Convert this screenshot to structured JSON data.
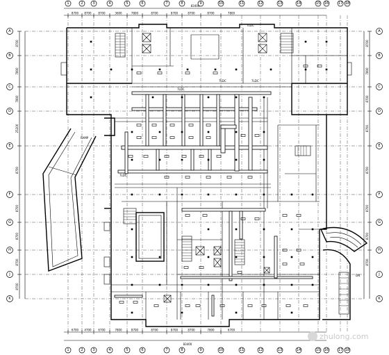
{
  "drawing": {
    "top_overall_dim": "83400",
    "bottom_overall_dim": "83400",
    "top_dims": [
      "8700",
      "8700",
      "8700",
      "3600",
      "7800",
      "8700",
      "8700",
      "8700",
      "8700",
      "7800"
    ],
    "bottom_dims": [
      "6700",
      "4700",
      "6700",
      "7800",
      "8700",
      "8700",
      "8700",
      "8700",
      "7800",
      "6700"
    ],
    "left_dims": [
      "8700",
      "7800",
      "7800",
      "25200",
      "8700",
      "8700",
      "8700",
      "8700",
      "8700"
    ],
    "right_dims": [
      "8700",
      "7800",
      "8700",
      "8700",
      "8700",
      "8700",
      "8700",
      "8700"
    ],
    "axis_left": [
      "A",
      "B",
      "C",
      "D",
      "E",
      "F",
      "G",
      "H",
      "J",
      "K"
    ],
    "axis_right": [
      "A",
      "B",
      "C",
      "D",
      "E",
      "F",
      "G",
      "H",
      "J",
      "K"
    ],
    "axis_top": [
      "1",
      "2",
      "3",
      "4",
      "5",
      "6",
      "7",
      "8",
      "9",
      "10",
      "11",
      "12",
      "13",
      "14",
      "15",
      "16",
      "17",
      "18"
    ],
    "axis_bottom": [
      "1",
      "2",
      "3",
      "4",
      "5",
      "6",
      "7",
      "8",
      "9",
      "10",
      "11",
      "12",
      "13",
      "14",
      "15",
      "16",
      "17",
      "18"
    ],
    "labels": {
      "top_room_a": "7LDC",
      "top_room_b": "7LDC",
      "side_label_right": "7LDC",
      "label_mid_1": "7LDC",
      "label_mid_2": "7LDC",
      "left_ramp": "RAMP",
      "right_corner": "DN"
    }
  },
  "watermark": {
    "text": "zhulong.com"
  }
}
